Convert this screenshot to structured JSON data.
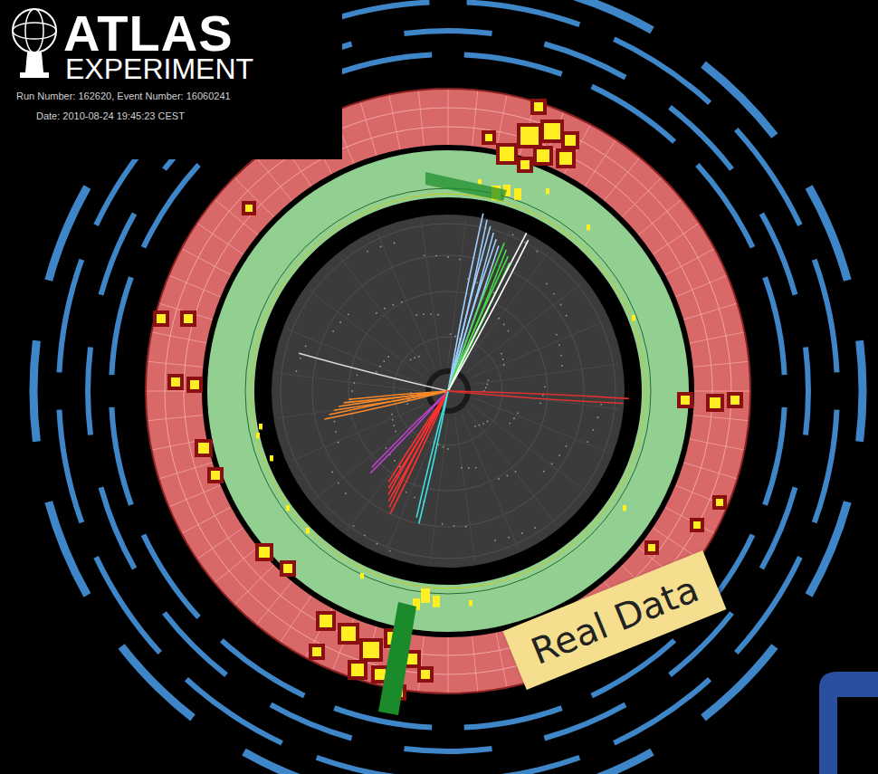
{
  "diagram": {
    "labels": [
      "ATLAS",
      "EXPERIMENT",
      "Run Number: 162620, Event Number: 16060241",
      "Date: 2010-08-24 19:45:23 CEST",
      "Real Data"
    ]
  }
}
